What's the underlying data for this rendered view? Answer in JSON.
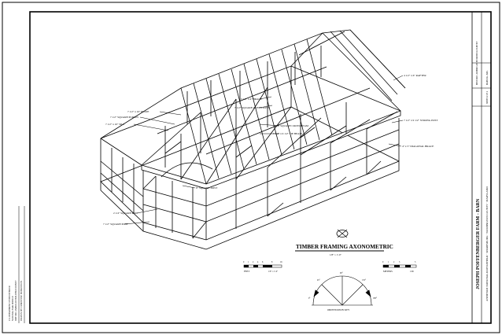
{
  "drawing": {
    "title": "TIMBER FRAMING AXONOMETRIC",
    "title_scale": "1/8\" = 1'-0\"",
    "scale_bar": {
      "unit_feet": "FEET",
      "unit_meters": "METERS",
      "feet_ticks": [
        "0",
        "1",
        "2",
        "4",
        "6",
        "8",
        "16"
      ],
      "meter_ticks": [
        "0",
        "1",
        "2",
        "3",
        "5"
      ],
      "ratio_label": "1/8\" = 1'-0\"",
      "ratio_label_right": "1:96"
    },
    "orientation_label": "ORIENTATION KEY",
    "orientation_degrees": [
      "0°",
      "45°",
      "90°",
      "135°",
      "180°"
    ]
  },
  "labels": {
    "plate": "7 1/2\" x 10\" PLATE",
    "square_purlin": "7 1/2\" SQUARE PURLIN",
    "sill": "7 1/2\" x 10\" SILL",
    "brace_upper": "3 1/2\" x 4\" BRACE",
    "queen_post": "7 1/2\" SQUARE QUEEN POST",
    "cross_beam": "7 1/2\" SQUARE CROSS BEAM",
    "tie_beam": "7 1/2\" x 9 1/2\" TIE BEAM",
    "square_joist": "8\" SQUARE JOIST",
    "square_rail": "2 1/4\" SQUARE RAIL",
    "square_post": "7 1/2\" SQUARE POST",
    "rafter": "4 1/2\" x 6\" RAFTER",
    "strong_post": "7 1/2\" x 9 1/2\" STRONG POST",
    "diagonal_brace": "4\" x 5\" DIAGONAL BRACE"
  },
  "title_block": {
    "main": "JOSEPH POFFENBERGER FARM - BARN",
    "sub": "ANTIETAM NATIONAL BATTLEFIELD · SHARPSBURG · WASHINGTON COUNTY · MARYLAND",
    "agency": "HISTORIC AMERICAN BUILDINGS SURVEY",
    "survey_no": "HABS No. MD-",
    "sheet": "SHEET 4 OF 4",
    "delineator": "DRAWN BY: CHRISTINE BOHANNON",
    "credit_lines": [
      "HISTORIC AMERICAN BUILDINGS SURVEY",
      "NATIONAL PARK SERVICE",
      "U.S. DEPARTMENT OF THE INTERIOR"
    ]
  }
}
